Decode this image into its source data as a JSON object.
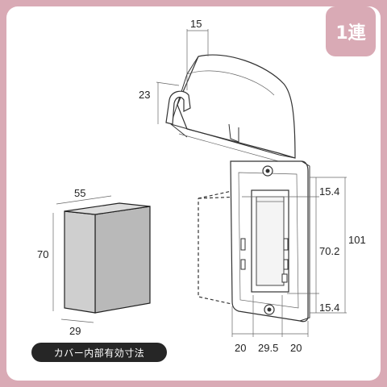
{
  "badge_label": "1連",
  "caption": "カバー内部有効寸法",
  "cover_dims": {
    "flap_width": "15",
    "flap_height": "23",
    "width_right": "20",
    "width_middle": "29.5",
    "width_right2": "20",
    "height_total": "101",
    "height_top": "15.4",
    "height_middle": "70.2",
    "height_bottom": "15.4"
  },
  "box_dims": {
    "width": "55",
    "height": "70",
    "depth": "29"
  },
  "colors": {
    "frame_background": "#d9aab5",
    "badge": "#d9aab5",
    "caption_background": "#262626",
    "box_fill": "#bdbdbd"
  }
}
